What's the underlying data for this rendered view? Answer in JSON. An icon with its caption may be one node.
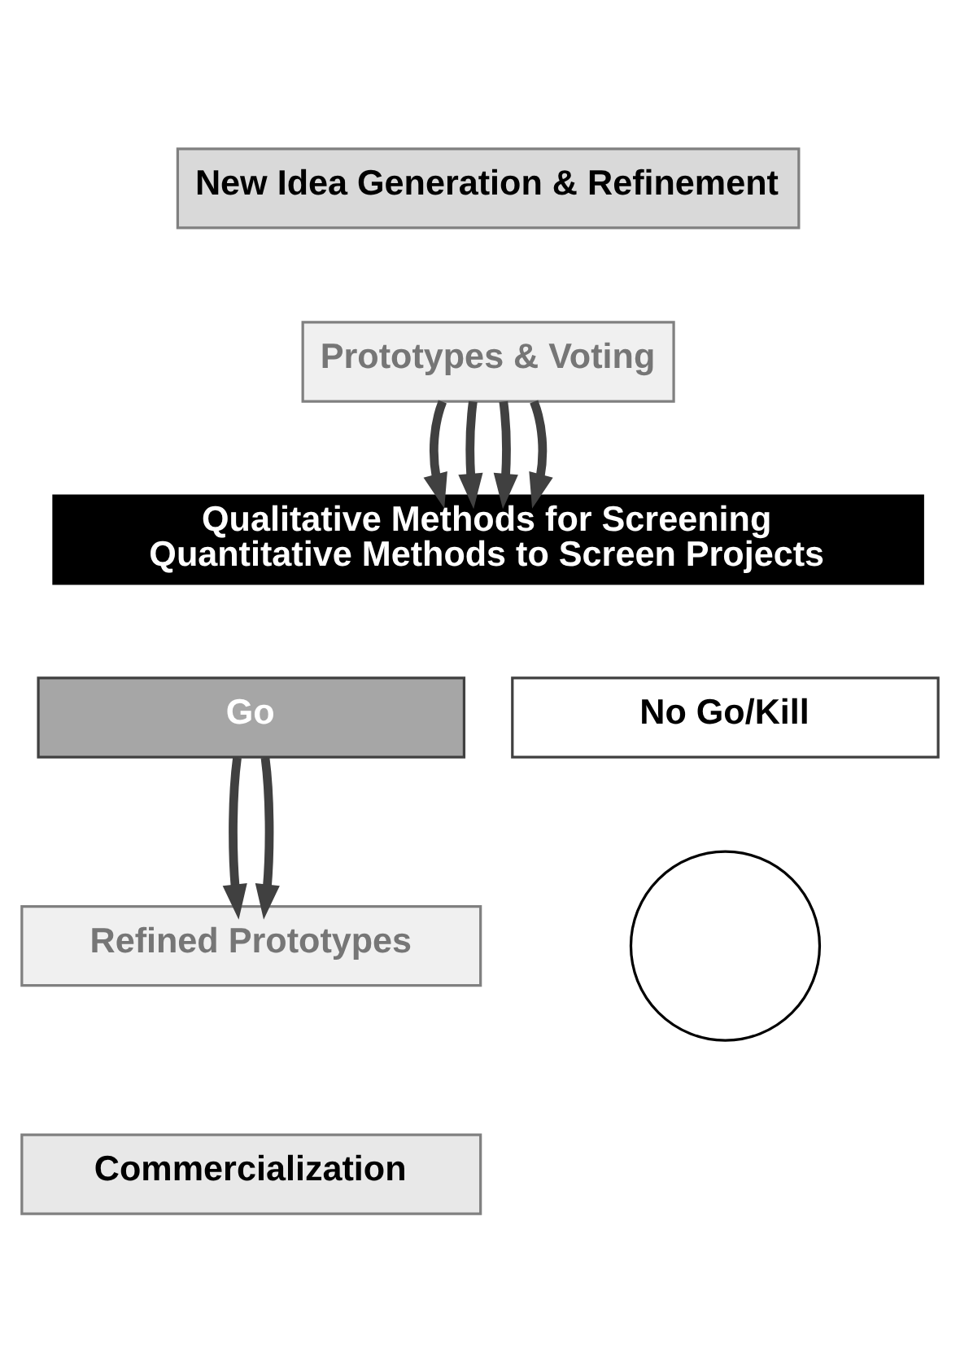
{
  "diagram": {
    "nodes": [
      {
        "text": [
          "New Idea Generation & Refinement"
        ]
      },
      {
        "text": [
          "Prototypes & Voting"
        ]
      },
      {
        "text": [
          "Qualitative Methods for Screening",
          "Quantitative Methods to Screen Projects"
        ]
      },
      {
        "text": [
          "Go"
        ]
      },
      {
        "text": [
          "No Go/Kill"
        ]
      },
      {
        "text": [
          "Refined Prototypes"
        ]
      },
      {
        "text": [
          "Commercialization"
        ]
      },
      {
        "text": [],
        "shape": "circle"
      }
    ],
    "edges": [
      {
        "from": 1,
        "to": 2,
        "arrow": "to"
      },
      {
        "from": 1,
        "to": 2,
        "arrow": "to"
      },
      {
        "from": 1,
        "to": 2,
        "arrow": "to"
      },
      {
        "from": 1,
        "to": 2,
        "arrow": "to"
      },
      {
        "from": 3,
        "to": 5,
        "arrow": "to"
      },
      {
        "from": 3,
        "to": 5,
        "arrow": "to"
      }
    ]
  }
}
